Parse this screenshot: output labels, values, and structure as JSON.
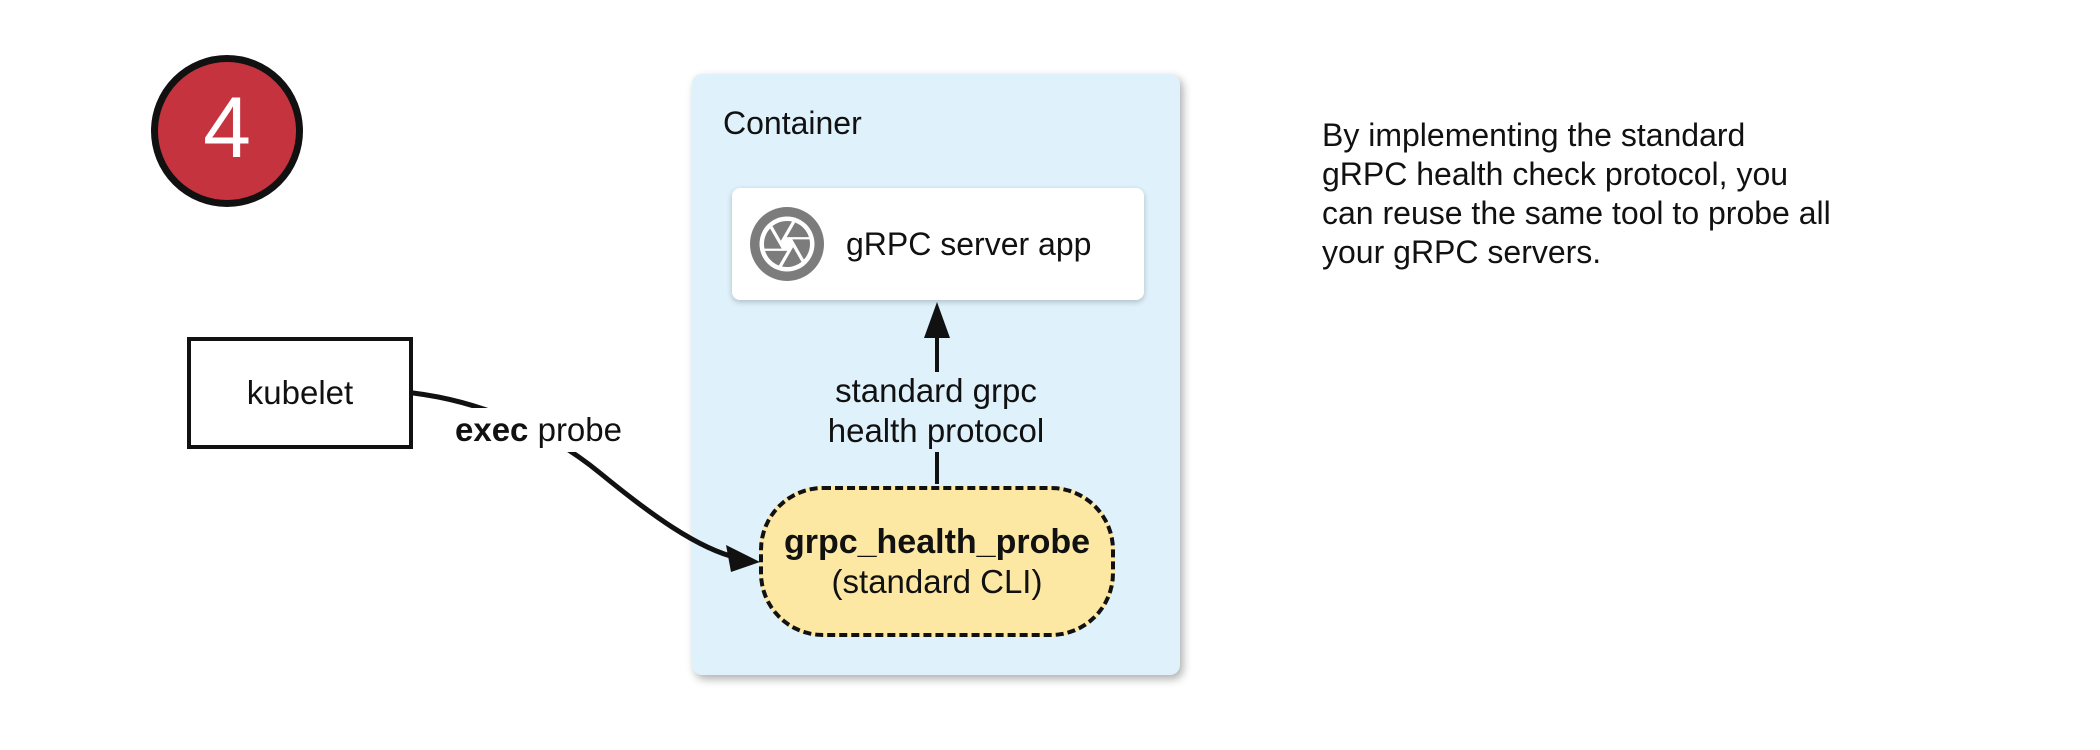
{
  "step_badge": {
    "number": "4",
    "color": "#C5333F"
  },
  "kubelet": {
    "label": "kubelet"
  },
  "probe_arrow": {
    "label_bold": "exec",
    "label_rest": " probe"
  },
  "container": {
    "label": "Container",
    "bg_color": "#DFF1FB",
    "server_box": {
      "label": "gRPC server app",
      "icon": "aperture-icon",
      "icon_color": "#7C7C7C"
    },
    "health_arrow": {
      "label": "standard grpc\nhealth protocol"
    },
    "probe_box": {
      "title": "grpc_health_probe",
      "subtitle": "(standard CLI)",
      "bg_color": "#FCE8A3"
    }
  },
  "note": {
    "text": "By implementing the standard\ngRPC health check protocol, you\ncan reuse the same tool to probe all\nyour gRPC servers."
  }
}
